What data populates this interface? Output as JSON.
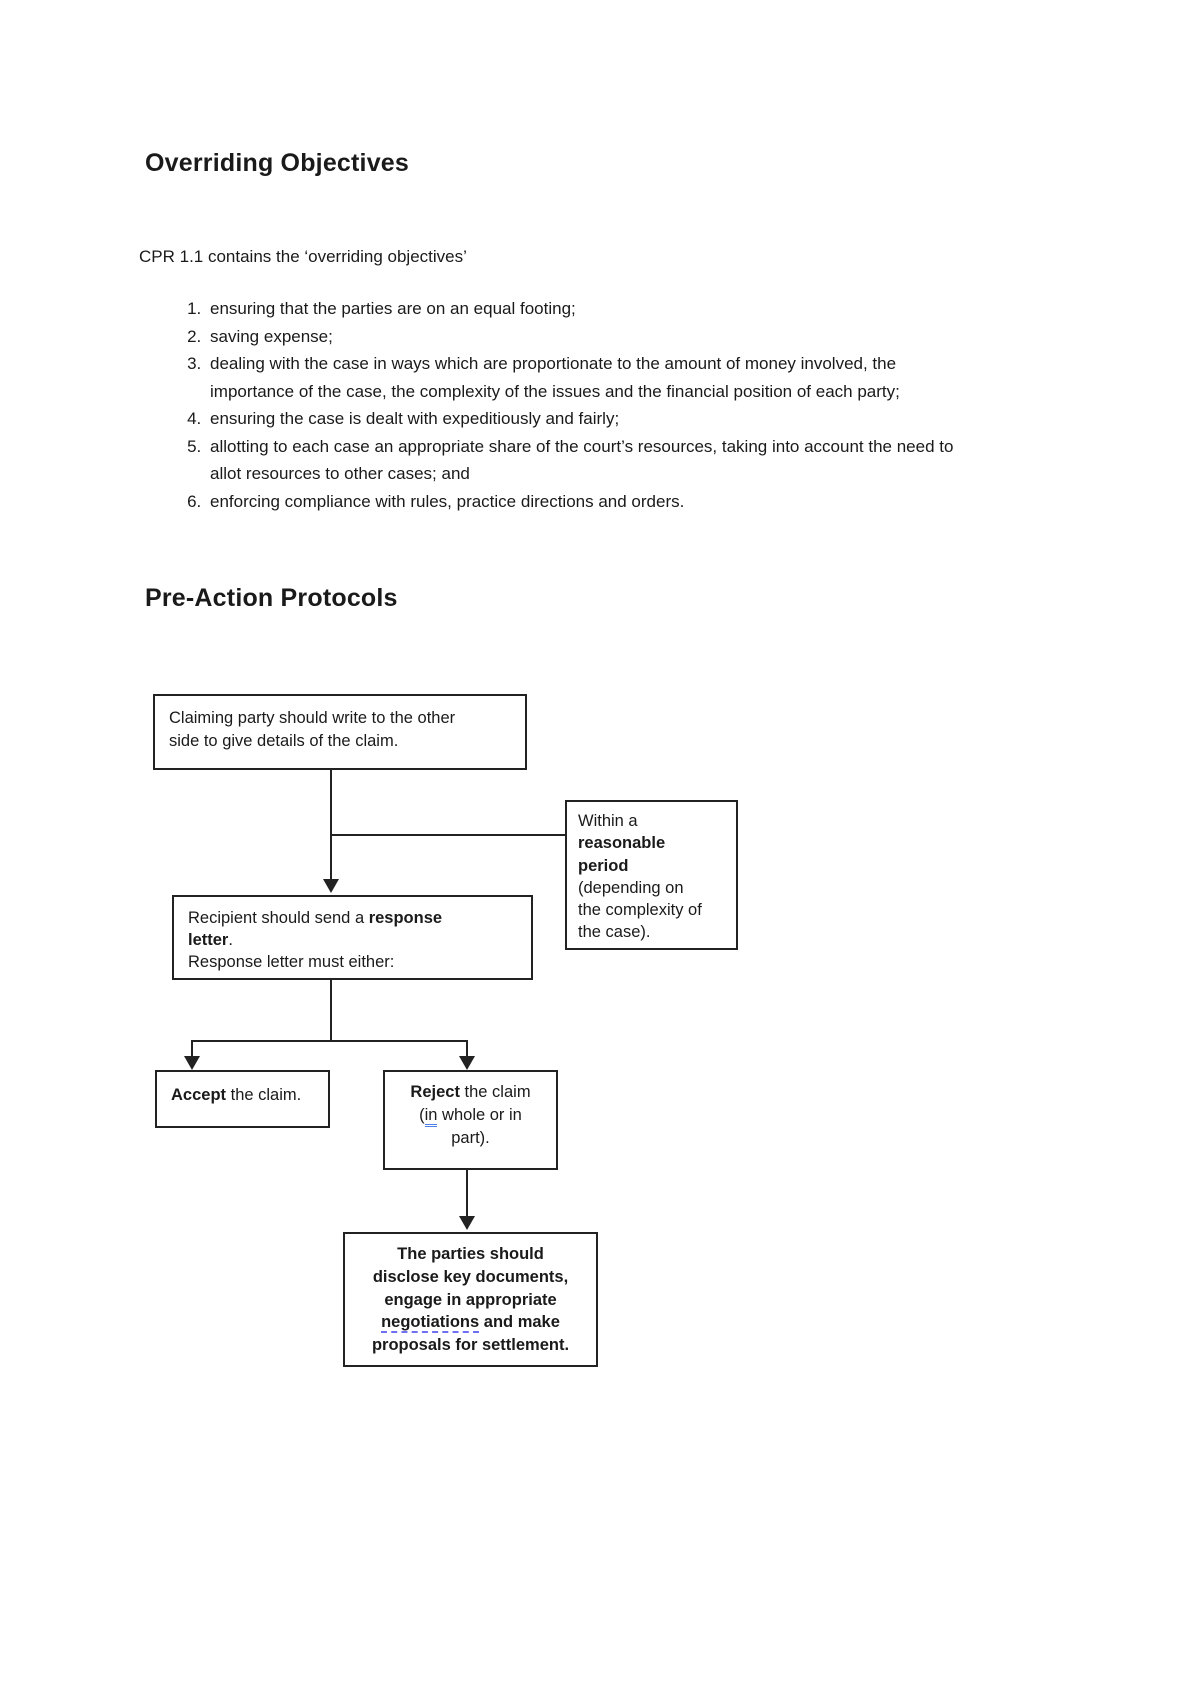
{
  "document": {
    "title": "Overriding Objectives",
    "intro": "CPR 1.1 contains the ‘overriding objectives’",
    "objectives": [
      "ensuring that the parties are on an equal footing;",
      "saving expense;",
      "dealing with the case in ways which are proportionate to the amount of money involved, the importance of the case, the complexity of the issues and the financial position of each party;",
      "ensuring the case is dealt with expeditiously and fairly;",
      "allotting to each case an appropriate share of the court’s resources, taking into account the need to allot resources to other cases; and",
      "enforcing compliance with rules, practice directions and orders."
    ],
    "section2_title": "Pre-Action Protocols"
  },
  "flowchart": {
    "claiming_box": {
      "lines": [
        [
          {
            "t": "Claiming party should write to the other"
          }
        ],
        [
          {
            "t": "side to give details of the claim."
          }
        ]
      ]
    },
    "within_box": {
      "lines": [
        [
          {
            "t": "Within a"
          }
        ],
        [
          {
            "t": "reasonable",
            "b": 1
          }
        ],
        [
          {
            "t": "period",
            "b": 1
          }
        ],
        [
          {
            "t": "(depending on"
          }
        ],
        [
          {
            "t": "the complexity of"
          }
        ],
        [
          {
            "t": "the case)."
          }
        ]
      ]
    },
    "recipient_box": {
      "lines": [
        [
          {
            "t": "Recipient should send a "
          },
          {
            "t": "response",
            "b": 1
          }
        ],
        [
          {
            "t": "letter",
            "b": 1
          },
          {
            "t": "."
          }
        ],
        [
          {
            "t": "Response letter must either:"
          }
        ]
      ]
    },
    "accept_box": {
      "lines": [
        [
          {
            "t": "Accept",
            "b": 1
          },
          {
            "t": " the claim."
          }
        ]
      ]
    },
    "reject_box": {
      "lines": [
        [
          {
            "t": "Reject",
            "b": 1
          },
          {
            "t": " the claim"
          }
        ],
        [
          {
            "t": "("
          },
          {
            "t": "in",
            "u": 1
          },
          {
            "t": " whole or in"
          }
        ],
        [
          {
            "t": "part)."
          }
        ]
      ]
    },
    "parties_box": {
      "lines": [
        [
          {
            "t": "The parties should",
            "b": 1
          }
        ],
        [
          {
            "t": "disclose key documents,",
            "b": 1
          }
        ],
        [
          {
            "t": "engage in appropriate",
            "b": 1
          }
        ],
        [
          {
            "t": "negotiations",
            "b": 1,
            "d": 1
          },
          {
            "t": " and make",
            "b": 1
          }
        ],
        [
          {
            "t": "proposals for settlement.",
            "b": 1
          }
        ]
      ]
    }
  },
  "colors": {
    "text": "#1a1a1a",
    "box_border": "#222222",
    "spellcheck_blue": "#4a7fe8",
    "grammar_blue": "#6f6ff2"
  }
}
